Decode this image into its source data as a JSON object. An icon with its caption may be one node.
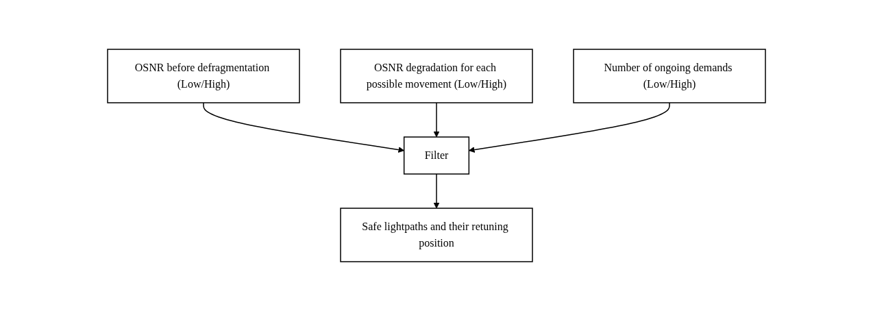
{
  "diagram": {
    "nodes": [
      {
        "text": [
          "OSNR before defragmentation (Low/High)"
        ]
      },
      {
        "text": [
          "OSNR degradation for each possible movement (Low/High)"
        ]
      },
      {
        "text": [
          "Number of ongoing demands (Low/High)"
        ]
      },
      {
        "text": [
          "Filter"
        ]
      },
      {
        "text": [
          "Safe lightpaths and their retuning position"
        ]
      }
    ],
    "edges": [
      {
        "from": 0,
        "to": 3,
        "arrow": "to"
      },
      {
        "from": 1,
        "to": 3,
        "arrow": "to"
      },
      {
        "from": 2,
        "to": 3,
        "arrow": "to"
      },
      {
        "from": 3,
        "to": 4,
        "arrow": "to"
      }
    ]
  }
}
